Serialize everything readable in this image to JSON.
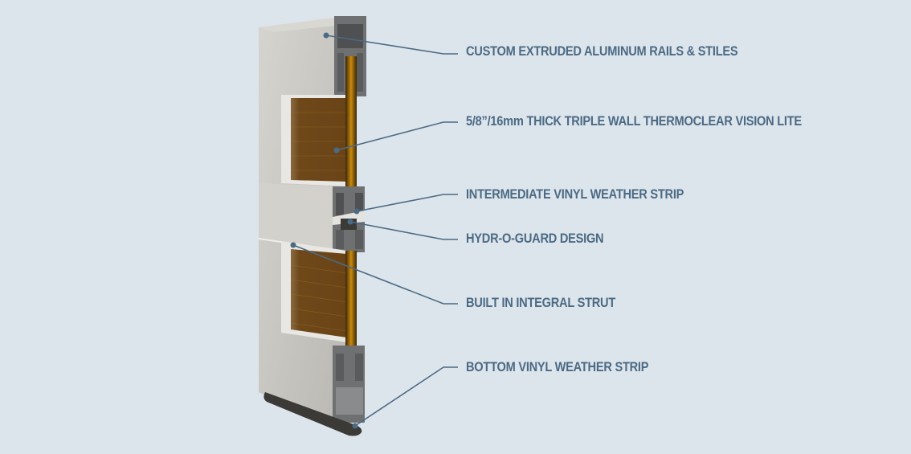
{
  "diagram": {
    "subject": "garage door section cutaway",
    "colors": {
      "background": "#dde5ec",
      "leader_line": "#4b6a84",
      "label_text": "#4b6a84",
      "aluminum": "#c9c7c2",
      "polycarbonate": "#6b4516",
      "vinyl": "#3b3a36"
    },
    "callouts": [
      {
        "id": "rails",
        "label": "CUSTOM EXTRUDED ALUMINUM RAILS & STILES"
      },
      {
        "id": "lite",
        "label": "5/8”/16mm THICK TRIPLE WALL THERMOCLEAR VISION LITE"
      },
      {
        "id": "intermediate-strip",
        "label": "INTERMEDIATE VINYL WEATHER STRIP"
      },
      {
        "id": "hydroguard",
        "label": "HYDR-O-GUARD DESIGN"
      },
      {
        "id": "strut",
        "label": "BUILT IN INTEGRAL STRUT"
      },
      {
        "id": "bottom-strip",
        "label": "BOTTOM VINYL WEATHER STRIP"
      }
    ]
  }
}
